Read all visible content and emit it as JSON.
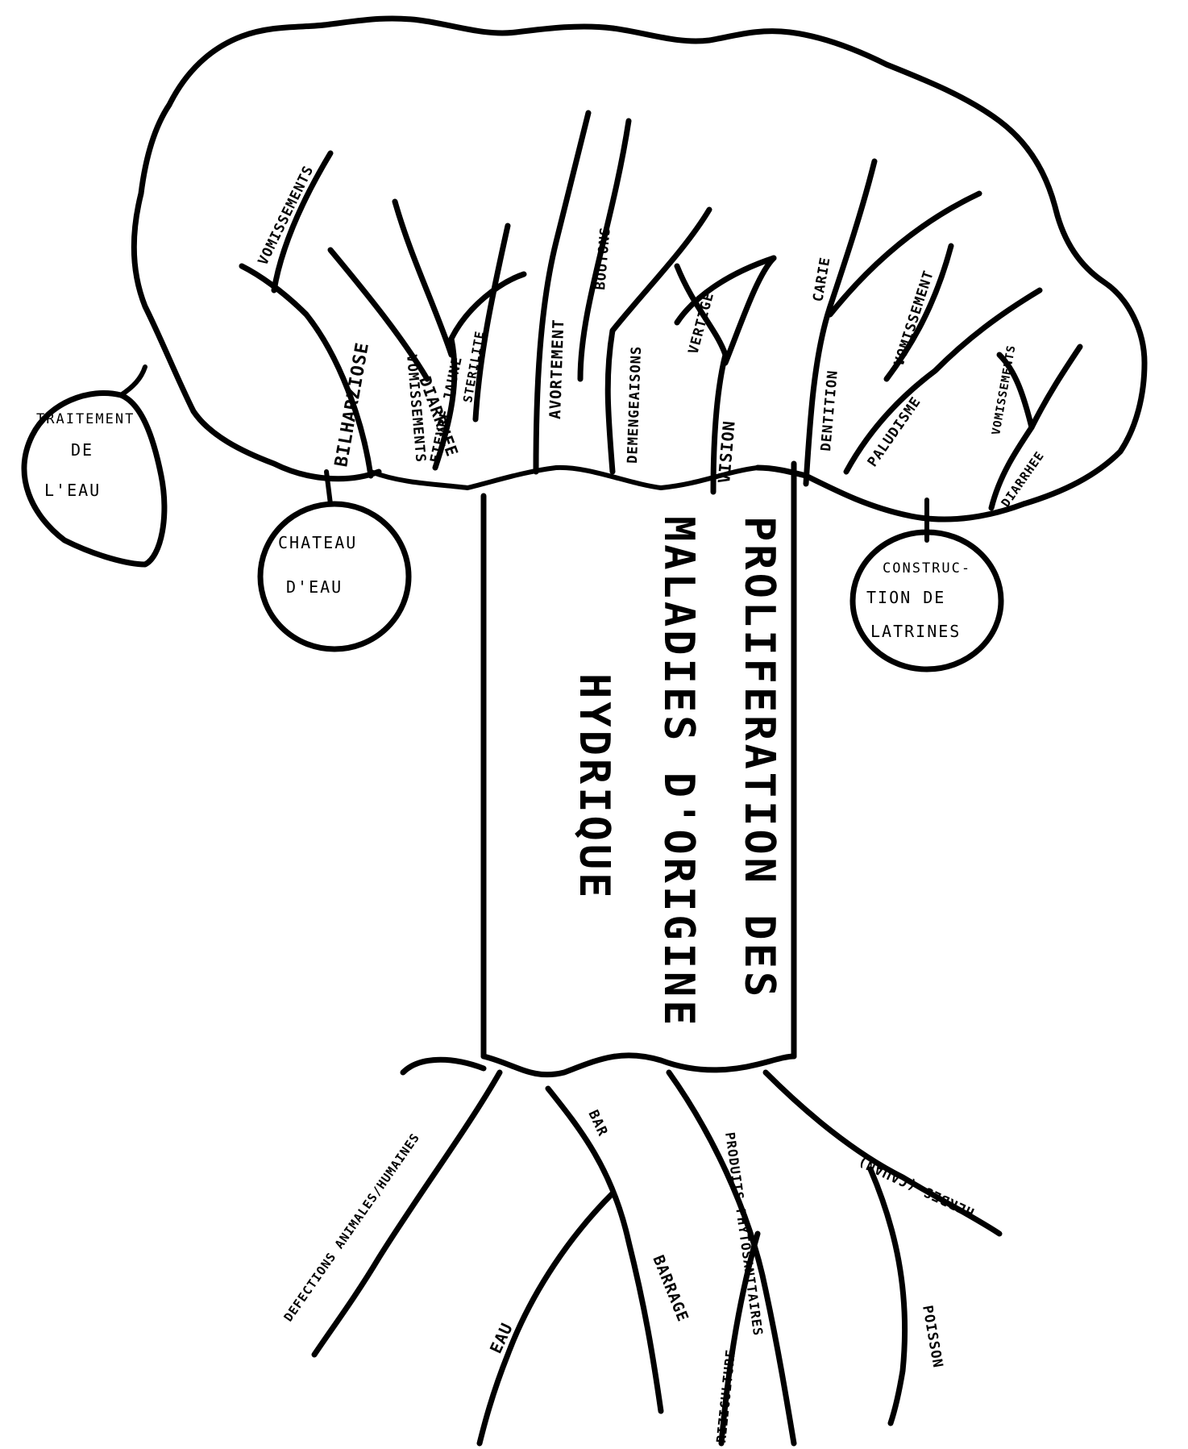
{
  "trunk": {
    "title_line1": "PROLIFERATION DES",
    "title_line2": "MALADIES D'ORIGINE",
    "title_line3": "HYDRIQUE"
  },
  "branches": [
    "VOMISSEMENTS",
    "BILHARZIOSE",
    "DIARRHEE",
    "VOMISSEMENTS",
    "FIEVRE JAUNE",
    "STERILITE",
    "AVORTEMENT",
    "BOUTONS",
    "DEMENGEAISONS",
    "VERTIGE",
    "VISION",
    "CARIE",
    "DENTITION",
    "VOMISSEMENT",
    "PALUDISME",
    "VOMISSEMENTS",
    "DIARRHEE"
  ],
  "fruits": [
    {
      "lines": [
        "TRAITEMENT",
        "DE",
        "L'EAU"
      ]
    },
    {
      "lines": [
        "CHATEAU",
        "D'EAU"
      ]
    },
    {
      "lines": [
        "CONSTRUC-",
        "TION DE",
        "LATRINES"
      ]
    }
  ],
  "roots": [
    "DEFECTIONS ANIMALES/HUMAINES",
    "BAR",
    "BARRAGE",
    "EAU",
    "PRODUITS PHYTOSANITAIRES",
    "RIZICULTURE",
    "HERBES (CAUAN)",
    "POISSON"
  ],
  "colors": {
    "ink": "#000000",
    "paper": "#ffffff"
  }
}
